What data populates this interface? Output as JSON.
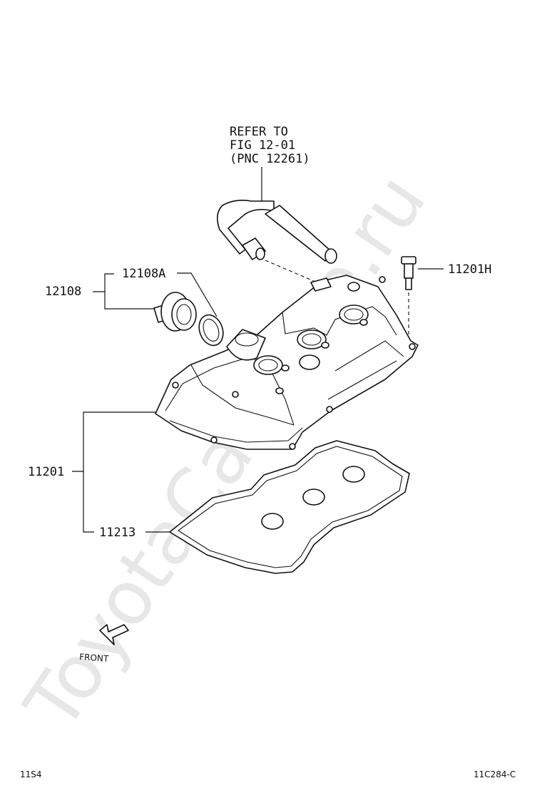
{
  "watermark": "ToyotaCarMine.ru",
  "reference_note": [
    "REFER TO",
    "FIG 12-01",
    "(PNC 12261)"
  ],
  "parts": {
    "p12108A": "12108A",
    "p12108": "12108",
    "p11201H": "11201H",
    "p11201": "11201",
    "p11213": "11213"
  },
  "front_label": "FRONT",
  "footer": {
    "left_code": "11S4",
    "right_code": "11C284-C"
  }
}
